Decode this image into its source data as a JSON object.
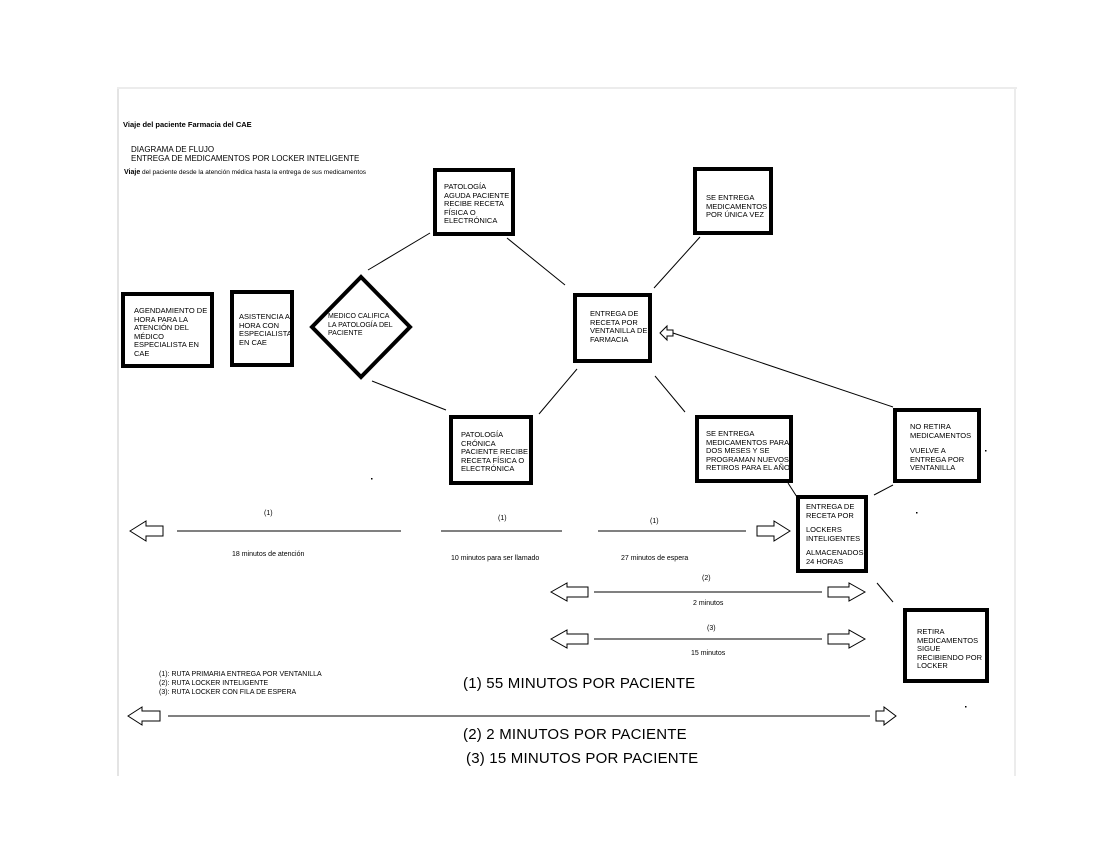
{
  "header": {
    "title": "Viaje del paciente Farmacia del CAE",
    "diagram_label": "DIAGRAMA DE FLUJO",
    "diagram_subtitle": "ENTREGA DE MEDICAMENTOS POR LOCKER INTELIGENTE",
    "caption_bold": "Viaje",
    "caption_rest": "del paciente desde la atención médica hasta la entrega de sus medicamentos"
  },
  "nodes": {
    "agendamiento": "AGENDAMIENTO DE HORA PARA LA ATENCIÓN DEL MÉDICO ESPECIALISTA EN CAE",
    "asistencia": "ASISTENCIA A HORA CON ESPECIALISTA EN CAE",
    "decision": "MEDICO CALIFICA LA PATOLOGÍA DEL PACIENTE",
    "aguda": "PATOLOGÍA AGUDA PACIENTE RECIBE RECETA FÍSICA O ELECTRÓNICA",
    "cronica": "PATOLOGÍA CRÓNICA PACIENTE RECIBE RECETA FÍSICA O ELECTRÓNICA",
    "ventanilla": "ENTREGA DE RECETA POR VENTANILLA DE FARMACIA",
    "unica_vez": "SE ENTREGA MEDICAMENTOS POR ÚNICA VEZ",
    "dos_meses": "SE ENTREGA MEDICAMENTOS PARA DOS MESES Y SE PROGRAMAN NUEVOS RETIROS PARA EL AÑO",
    "no_retira_1": "NO RETIRA MEDICAMENTOS",
    "no_retira_2": "VUELVE A ENTREGA POR VENTANILLA",
    "lockers_1": "ENTREGA DE RECETA POR",
    "lockers_2": "LOCKERS INTELIGENTES",
    "lockers_3": "ALMACENADOS 24 HORAS",
    "retira": "RETIRA MEDICAMENTOS SIGUE RECIBIENDO POR LOCKER"
  },
  "timeline": {
    "route1_label_a": "(1)",
    "route1_label_b": "(1)",
    "route1_label_c": "(1)",
    "seg1": "18 minutos de atención",
    "seg2": "10 minutos para ser llamado",
    "seg3": "27 minutos de espera",
    "route2_label": "(2)",
    "route2_time": "2 minutos",
    "route3_label": "(3)",
    "route3_time": "15 minutos"
  },
  "legend": {
    "item1": "(1): RUTA PRIMARIA ENTREGA POR VENTANILLA",
    "item2": "(2): RUTA LOCKER INTELIGENTE",
    "item3": "(3): RUTA LOCKER CON FILA DE ESPERA"
  },
  "totals": {
    "t1": "(1) 55 MINUTOS POR PACIENTE",
    "t2": "(2) 2 MINUTOS POR PACIENTE",
    "t3": "(3) 15 MINUTOS POR PACIENTE"
  }
}
